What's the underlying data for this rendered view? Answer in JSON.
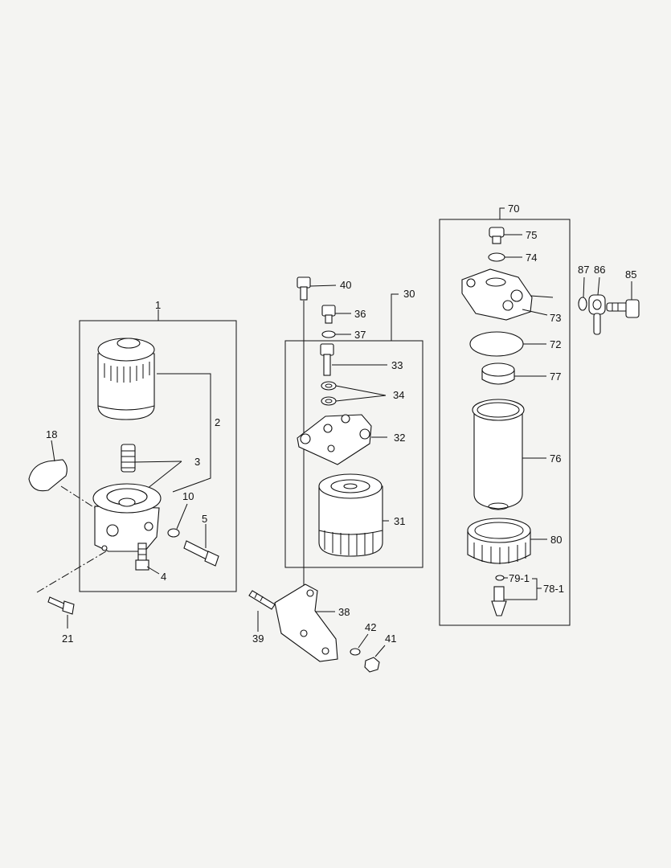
{
  "callouts": {
    "p1": "1",
    "p2": "2",
    "p3": "3",
    "p4": "4",
    "p5": "5",
    "p10": "10",
    "p18": "18",
    "p21": "21",
    "p30": "30",
    "p31": "31",
    "p32": "32",
    "p33": "33",
    "p34": "34",
    "p36": "36",
    "p37": "37",
    "p38": "38",
    "p39": "39",
    "p40": "40",
    "p41": "41",
    "p42": "42",
    "p70": "70",
    "p72": "72",
    "p73": "73",
    "p74": "74",
    "p75": "75",
    "p76": "76",
    "p77": "77",
    "p78_1": "78-1",
    "p79_1": "79-1",
    "p80": "80",
    "p85": "85",
    "p86": "86",
    "p87": "87"
  }
}
